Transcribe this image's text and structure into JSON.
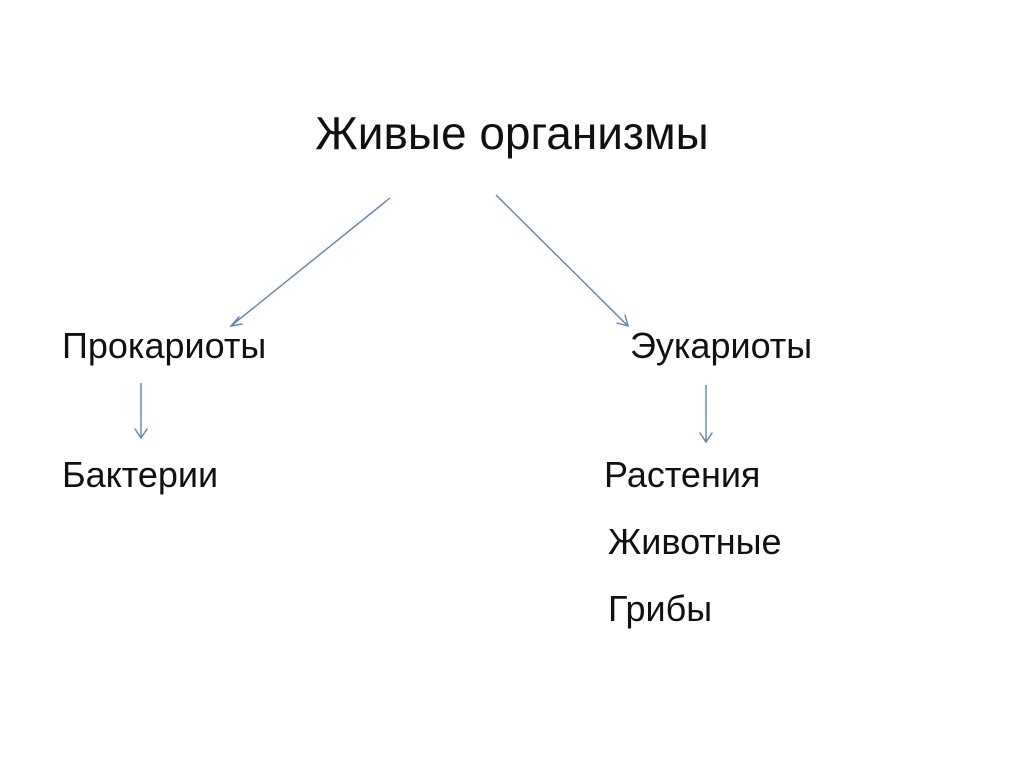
{
  "title": "Живые организмы",
  "prokaryotes": {
    "label": "Прокариоты",
    "children": [
      "Бактерии"
    ]
  },
  "eukaryotes": {
    "label": "Эукариоты",
    "children": [
      "Растения",
      "Животные",
      "Грибы"
    ]
  },
  "colors": {
    "arrow": "#5b83b7",
    "text": "#111111",
    "background": "#ffffff"
  }
}
